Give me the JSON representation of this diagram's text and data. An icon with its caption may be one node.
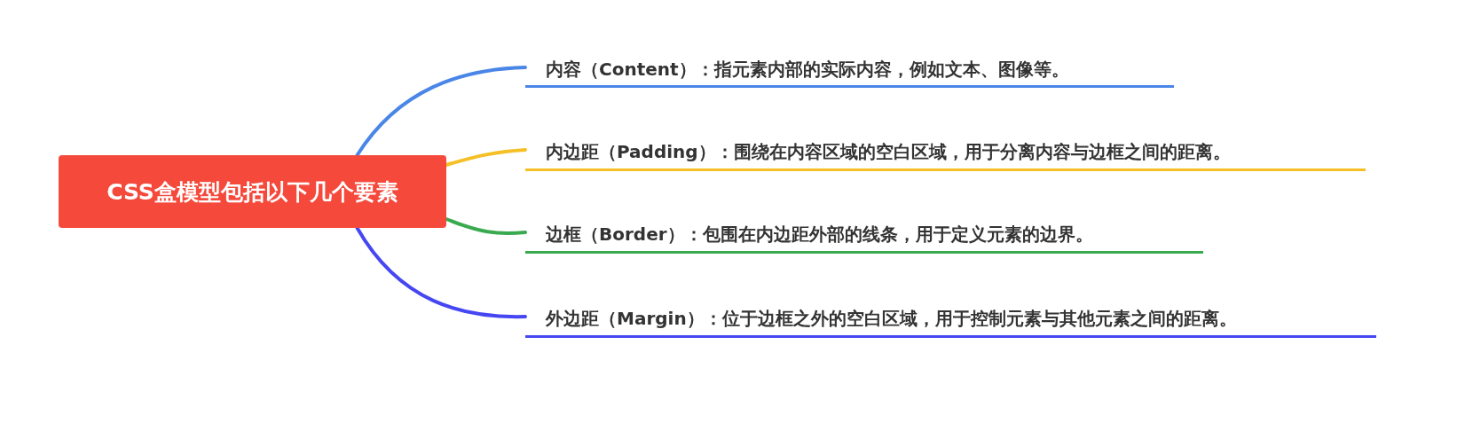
{
  "diagram": {
    "nodes": [
      {
        "text": [
          "CSS盒模型包括以下几个要素"
        ]
      },
      {
        "text": [
          "内容（Content）：指元素内部的实际内容，例如文本、图像等。"
        ]
      },
      {
        "text": [
          "内边距（Padding）：围绕在内容区域的空白区域，用于分离内容与边框之间的距离。"
        ]
      },
      {
        "text": [
          "边框（Border）：包围在内边距外部的线条，用于定义元素的边界。"
        ]
      },
      {
        "text": [
          "外边距（Margin）：位于边框之外的空白区域，用于控制元素与其他元素之间的距离。"
        ]
      }
    ],
    "edges": [
      {
        "from": 0,
        "to": 1,
        "arrow": "none",
        "color": "#4a86e8"
      },
      {
        "from": 0,
        "to": 2,
        "arrow": "none",
        "color": "#f5c025"
      },
      {
        "from": 0,
        "to": 3,
        "arrow": "none",
        "color": "#3aaa50"
      },
      {
        "from": 0,
        "to": 4,
        "arrow": "none",
        "color": "#4646f2"
      }
    ]
  }
}
